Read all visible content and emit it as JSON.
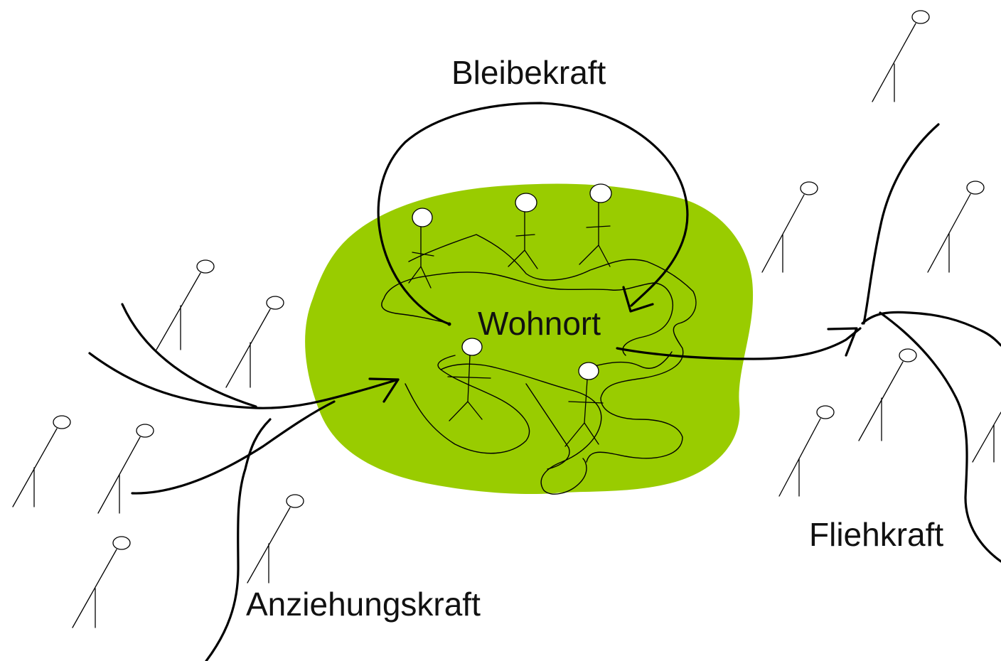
{
  "labels": {
    "bleibekraft": "Bleibekraft",
    "wohnort": "Wohnort",
    "anziehungskraft": "Anziehungskraft",
    "fliehkraft": "Fliehkraft"
  },
  "colors": {
    "region": "#99cc00",
    "ink": "#000000",
    "head_fill": "#ffffff"
  }
}
